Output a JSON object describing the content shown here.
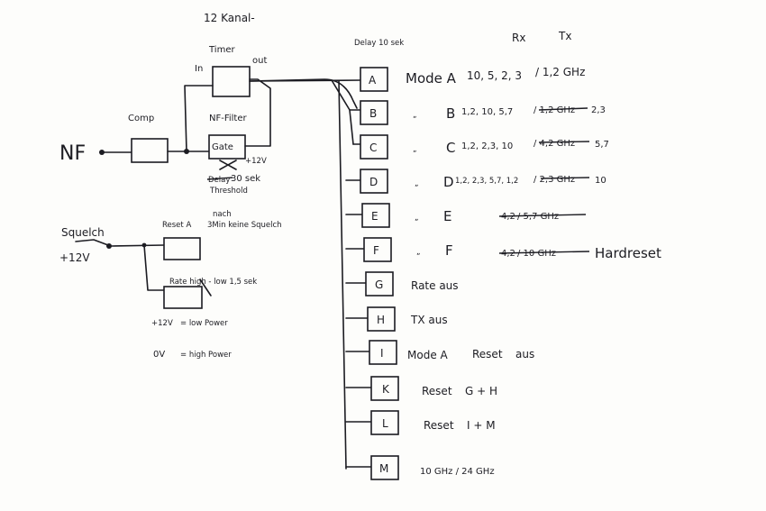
{
  "header": {
    "channels": "12 Kanal-",
    "delay": "Delay 10 sek",
    "rx": "Rx",
    "tx": "Tx"
  },
  "timer": {
    "title": "Timer",
    "in_label": "In",
    "out_label": "out"
  },
  "nf": {
    "input": "NF",
    "comp": "Comp",
    "filter": "NF-Filter",
    "gate": "Gate",
    "plus12": "+12V",
    "delay_struck": "Delay",
    "delay_time": "30 sek",
    "threshold": "Threshold"
  },
  "squelch": {
    "label": "Squelch",
    "voltage": "+12V",
    "reset_label": "Reset A",
    "reset_note_1": "nach",
    "reset_note_2": "3Min keine Squelch",
    "rate_label": "Rate high - low 1,5 sek",
    "high_v": "+12V",
    "high_text": "= low Power",
    "low_v": "0V",
    "low_text": "= high Power"
  },
  "channels": [
    {
      "letter": "A",
      "prefix": "Mode A",
      "rx": "10, 5, 2, 3",
      "tx": "/ 1,2 GHz",
      "tx_struck": false,
      "extra": ""
    },
    {
      "letter": "B",
      "prefix": "B",
      "rx": "1,2, 10, 5,7",
      "tx": "/ 1,2 GHz",
      "tx_struck": true,
      "extra": "2,3"
    },
    {
      "letter": "C",
      "prefix": "C",
      "rx": "1,2, 2,3, 10",
      "tx": "/ 4,2 GHz",
      "tx_struck": true,
      "extra": "5,7"
    },
    {
      "letter": "D",
      "prefix": "D",
      "rx": "1,2, 2,3, 5,7, 1,2",
      "tx": "/ 2,3 GHz",
      "tx_struck": true,
      "extra": "10"
    },
    {
      "letter": "E",
      "prefix": "E",
      "rx": "4,2",
      "tx": "/ 5,7 GHz",
      "tx_struck": true,
      "extra": ""
    },
    {
      "letter": "F",
      "prefix": "F",
      "rx": "4,2",
      "tx": "/ 10 GHz",
      "tx_struck": true,
      "extra": "Hardreset"
    },
    {
      "letter": "G",
      "prefix": "Rate aus",
      "rx": "",
      "tx": "",
      "tx_struck": false,
      "extra": ""
    },
    {
      "letter": "H",
      "prefix": "TX aus",
      "rx": "",
      "tx": "",
      "tx_struck": false,
      "extra": ""
    },
    {
      "letter": "I",
      "prefix": "Mode A",
      "rx": "Reset",
      "tx": "aus",
      "tx_struck": false,
      "extra": ""
    },
    {
      "letter": "K",
      "prefix": "Reset",
      "rx": "G + H",
      "tx": "",
      "tx_struck": false,
      "extra": ""
    },
    {
      "letter": "L",
      "prefix": "Reset",
      "rx": "I + M",
      "tx": "",
      "tx_struck": false,
      "extra": ""
    },
    {
      "letter": "M",
      "prefix": "10 GHz / 24 GHz",
      "rx": "",
      "tx": "",
      "tx_struck": false,
      "extra": ""
    }
  ],
  "ditto": "„"
}
